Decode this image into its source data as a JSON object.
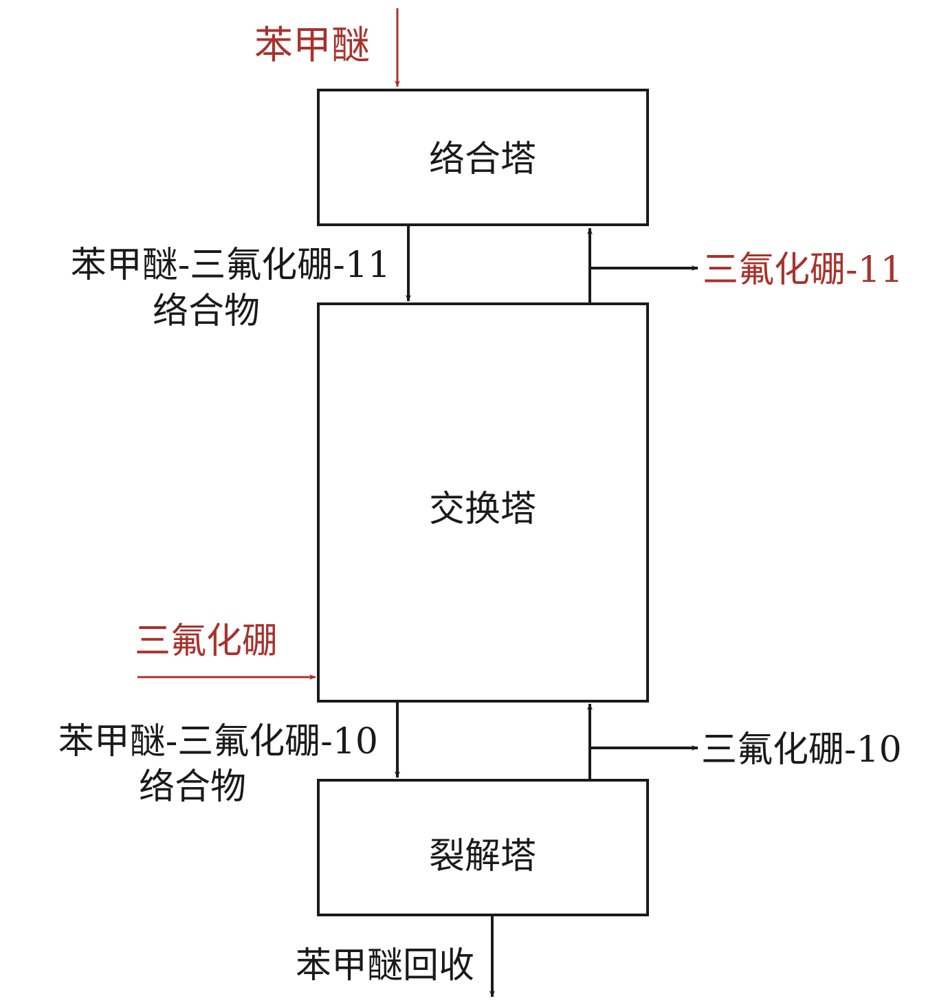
{
  "colors": {
    "feed": "#a8322d",
    "line": "#1a1a1a"
  },
  "boxes": {
    "complex": "络合塔",
    "exchange": "交换塔",
    "crack": "裂解塔"
  },
  "labels": {
    "anisole_feed": "苯甲醚",
    "complex11_line1": "苯甲醚-三氟化硼-11",
    "complex11_line2": "络合物",
    "bf3_11": "三氟化硼-11",
    "bf3_feed": "三氟化硼",
    "complex10_line1": "苯甲醚-三氟化硼-10",
    "complex10_line2": "络合物",
    "bf3_10": "三氟化硼-10",
    "anisole_recovery": "苯甲醚回收"
  }
}
